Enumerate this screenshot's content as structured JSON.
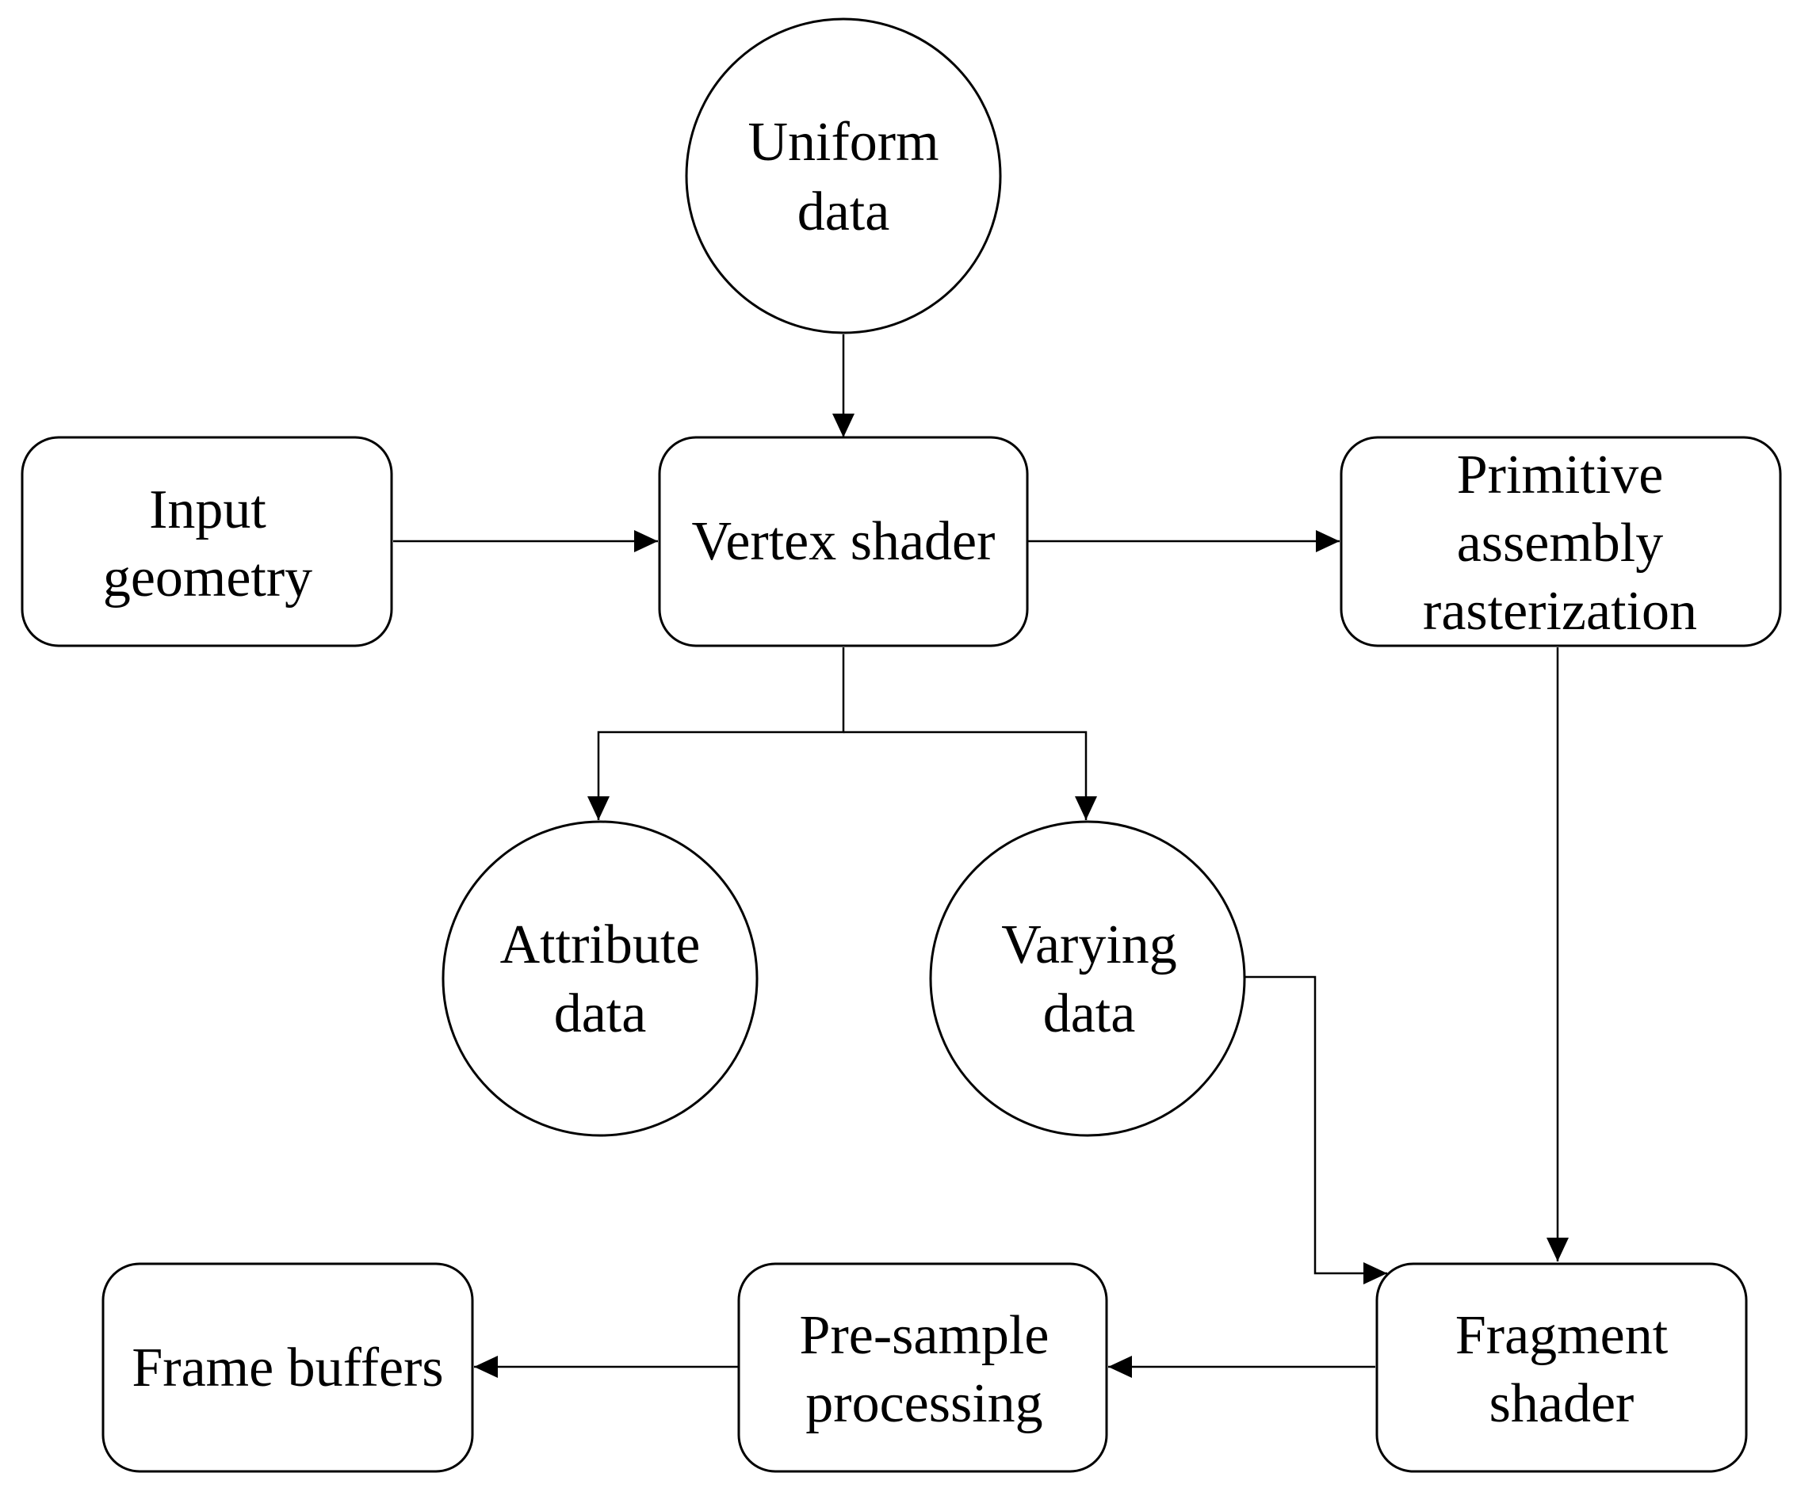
{
  "diagram": {
    "nodes": {
      "uniform_data": {
        "lines": [
          "Uniform",
          "data"
        ]
      },
      "input_geometry": {
        "lines": [
          "Input",
          "geometry"
        ]
      },
      "vertex_shader": {
        "lines": [
          "Vertex shader"
        ]
      },
      "primitive_assembly": {
        "lines": [
          "Primitive",
          "assembly",
          "rasterization"
        ]
      },
      "attribute_data": {
        "lines": [
          "Attribute",
          "data"
        ]
      },
      "varying_data": {
        "lines": [
          "Varying",
          "data"
        ]
      },
      "frame_buffers": {
        "lines": [
          "Frame buffers"
        ]
      },
      "pre_sample_processing": {
        "lines": [
          "Pre-sample",
          "processing"
        ]
      },
      "fragment_shader": {
        "lines": [
          "Fragment",
          "shader"
        ]
      }
    },
    "edges": [
      {
        "from": "uniform_data",
        "to": "vertex_shader"
      },
      {
        "from": "input_geometry",
        "to": "vertex_shader"
      },
      {
        "from": "vertex_shader",
        "to": "primitive_assembly"
      },
      {
        "from": "vertex_shader",
        "to": "attribute_data"
      },
      {
        "from": "vertex_shader",
        "to": "varying_data"
      },
      {
        "from": "primitive_assembly",
        "to": "fragment_shader"
      },
      {
        "from": "varying_data",
        "to": "fragment_shader"
      },
      {
        "from": "fragment_shader",
        "to": "pre_sample_processing"
      },
      {
        "from": "pre_sample_processing",
        "to": "frame_buffers"
      }
    ],
    "colors": {
      "stroke": "#000000",
      "fill": "#ffffff",
      "background": "#ffffff"
    }
  }
}
